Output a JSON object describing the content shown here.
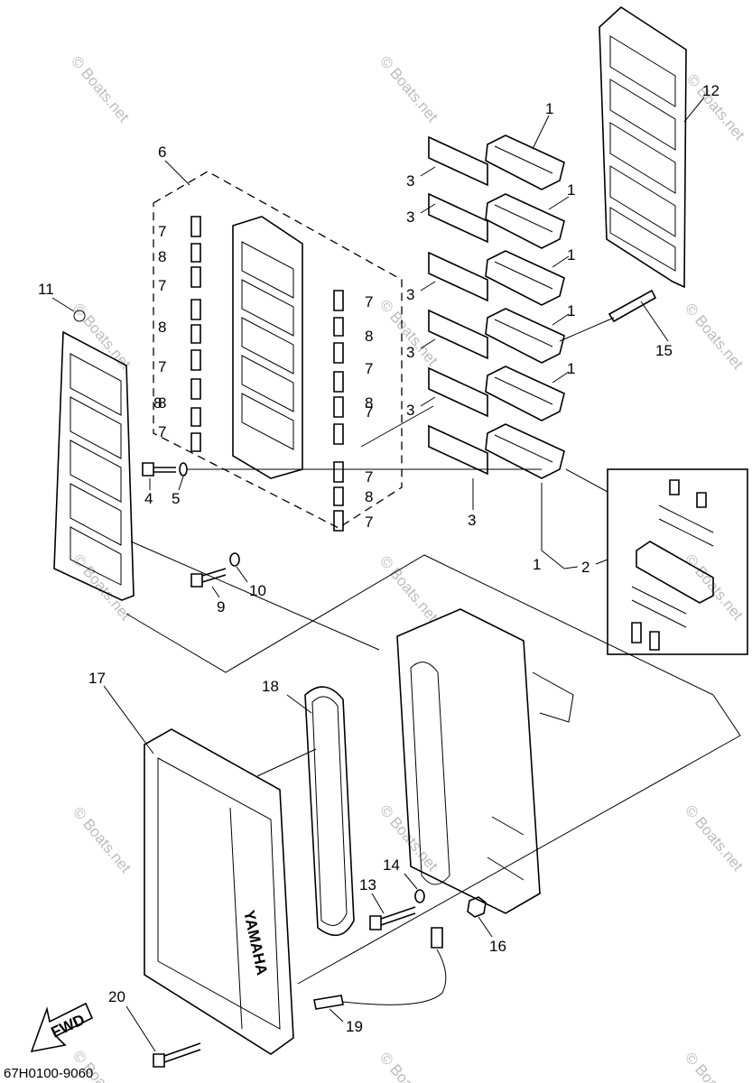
{
  "diagram": {
    "watermark": "© Boats.net",
    "code": "67H0100-9060",
    "fwd_label": "FWD",
    "brand_text": "YAMAHA",
    "callouts": {
      "c1a": "1",
      "c1b": "1",
      "c1c": "1",
      "c1d": "1",
      "c1e": "1",
      "c1f": "1",
      "c2": "2",
      "c3a": "3",
      "c3b": "3",
      "c3c": "3",
      "c3d": "3",
      "c3e": "3",
      "c3f": "3",
      "c4": "4",
      "c5": "5",
      "c6": "6",
      "c7a": "7",
      "c7b": "7",
      "c7c": "7",
      "c7d": "7",
      "c7e": "7",
      "c7f": "7",
      "c7g": "7",
      "c7h": "7",
      "c7i": "7",
      "c8a": "8",
      "c8b": "8",
      "c8c": "8",
      "c8d": "8",
      "c8e": "8",
      "c8f": "8",
      "c8g": "8",
      "c9": "9",
      "c10": "10",
      "c11": "11",
      "c12": "12",
      "c13": "13",
      "c14": "14",
      "c15": "15",
      "c16": "16",
      "c17": "17",
      "c18": "18",
      "c19": "19",
      "c20": "20"
    }
  }
}
